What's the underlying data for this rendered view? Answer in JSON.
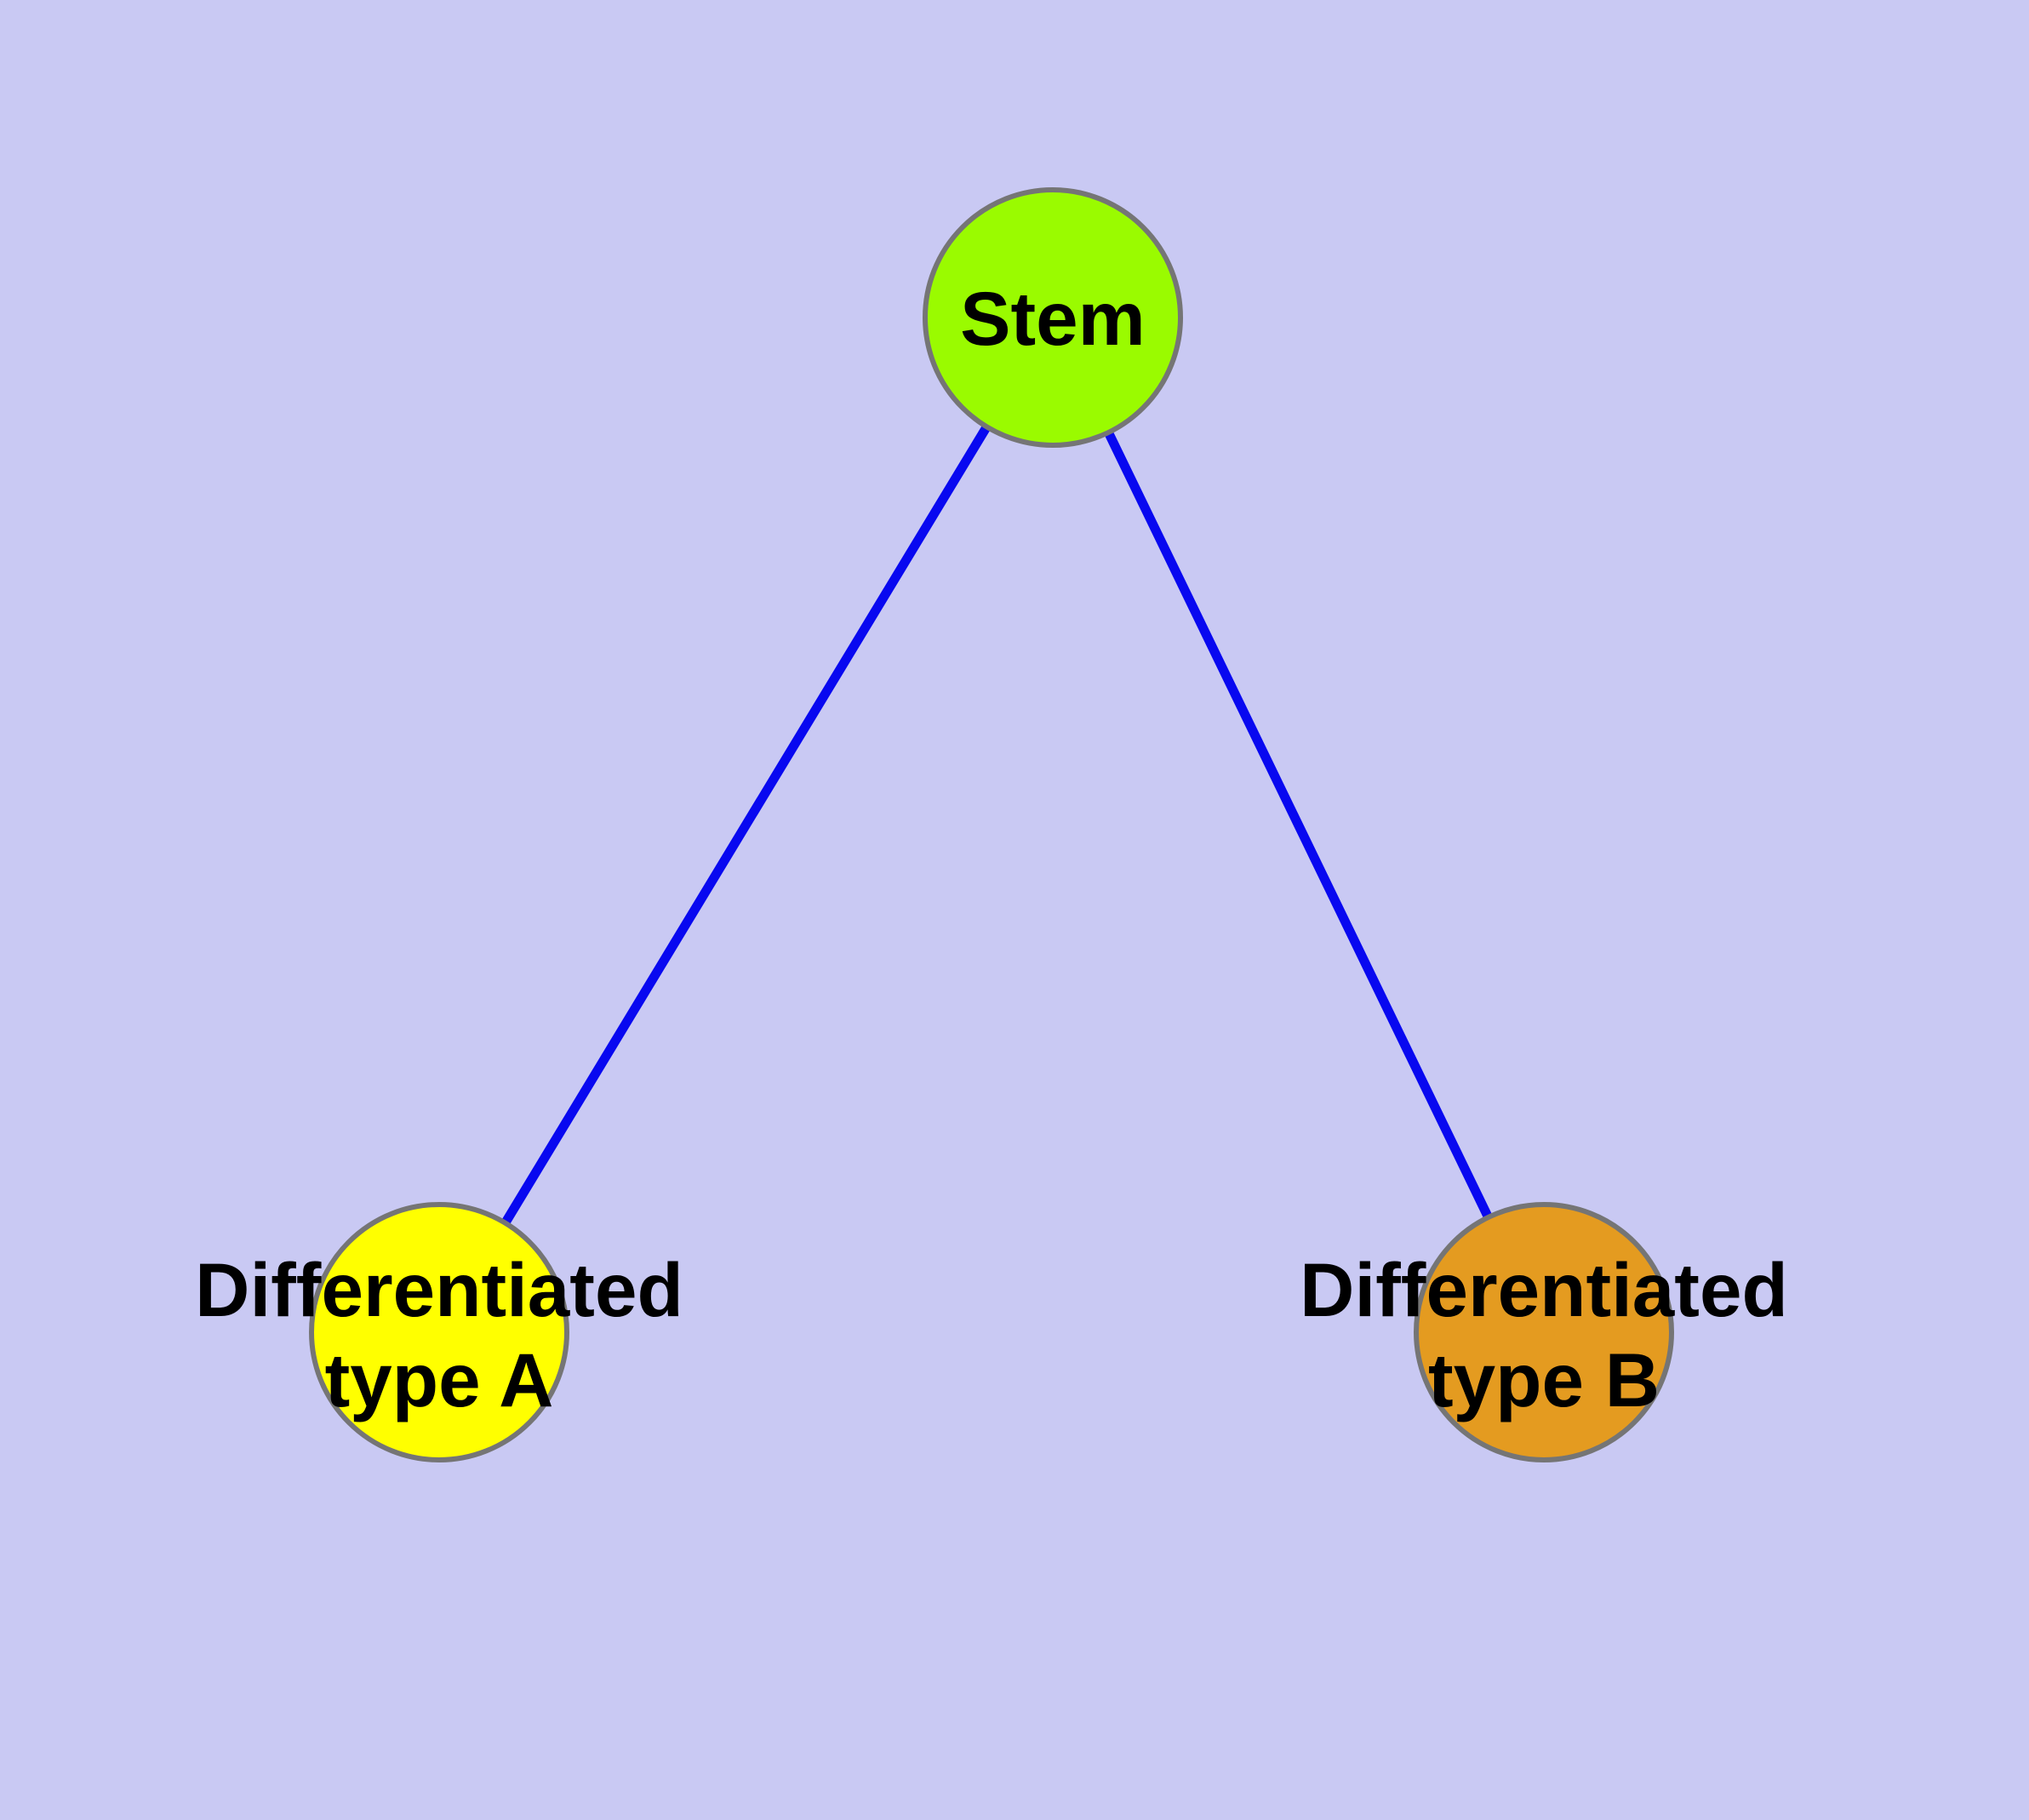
{
  "diagram": {
    "background_color": "#c9c9f3",
    "node_border_color": "#757575",
    "edge_color": "#0808f0",
    "label_color": "#000000",
    "nodes": {
      "stem": {
        "label": "Stem",
        "fill": "#9afb00"
      },
      "type_a": {
        "label_line1": "Differentiated",
        "label_line2": "type A",
        "fill": "#ffff00"
      },
      "type_b": {
        "label_line1": "Differentiated",
        "label_line2": "type B",
        "fill": "#e49b20"
      }
    },
    "edges": [
      {
        "from": "stem",
        "to": "type_a"
      },
      {
        "from": "stem",
        "to": "type_b"
      }
    ]
  }
}
